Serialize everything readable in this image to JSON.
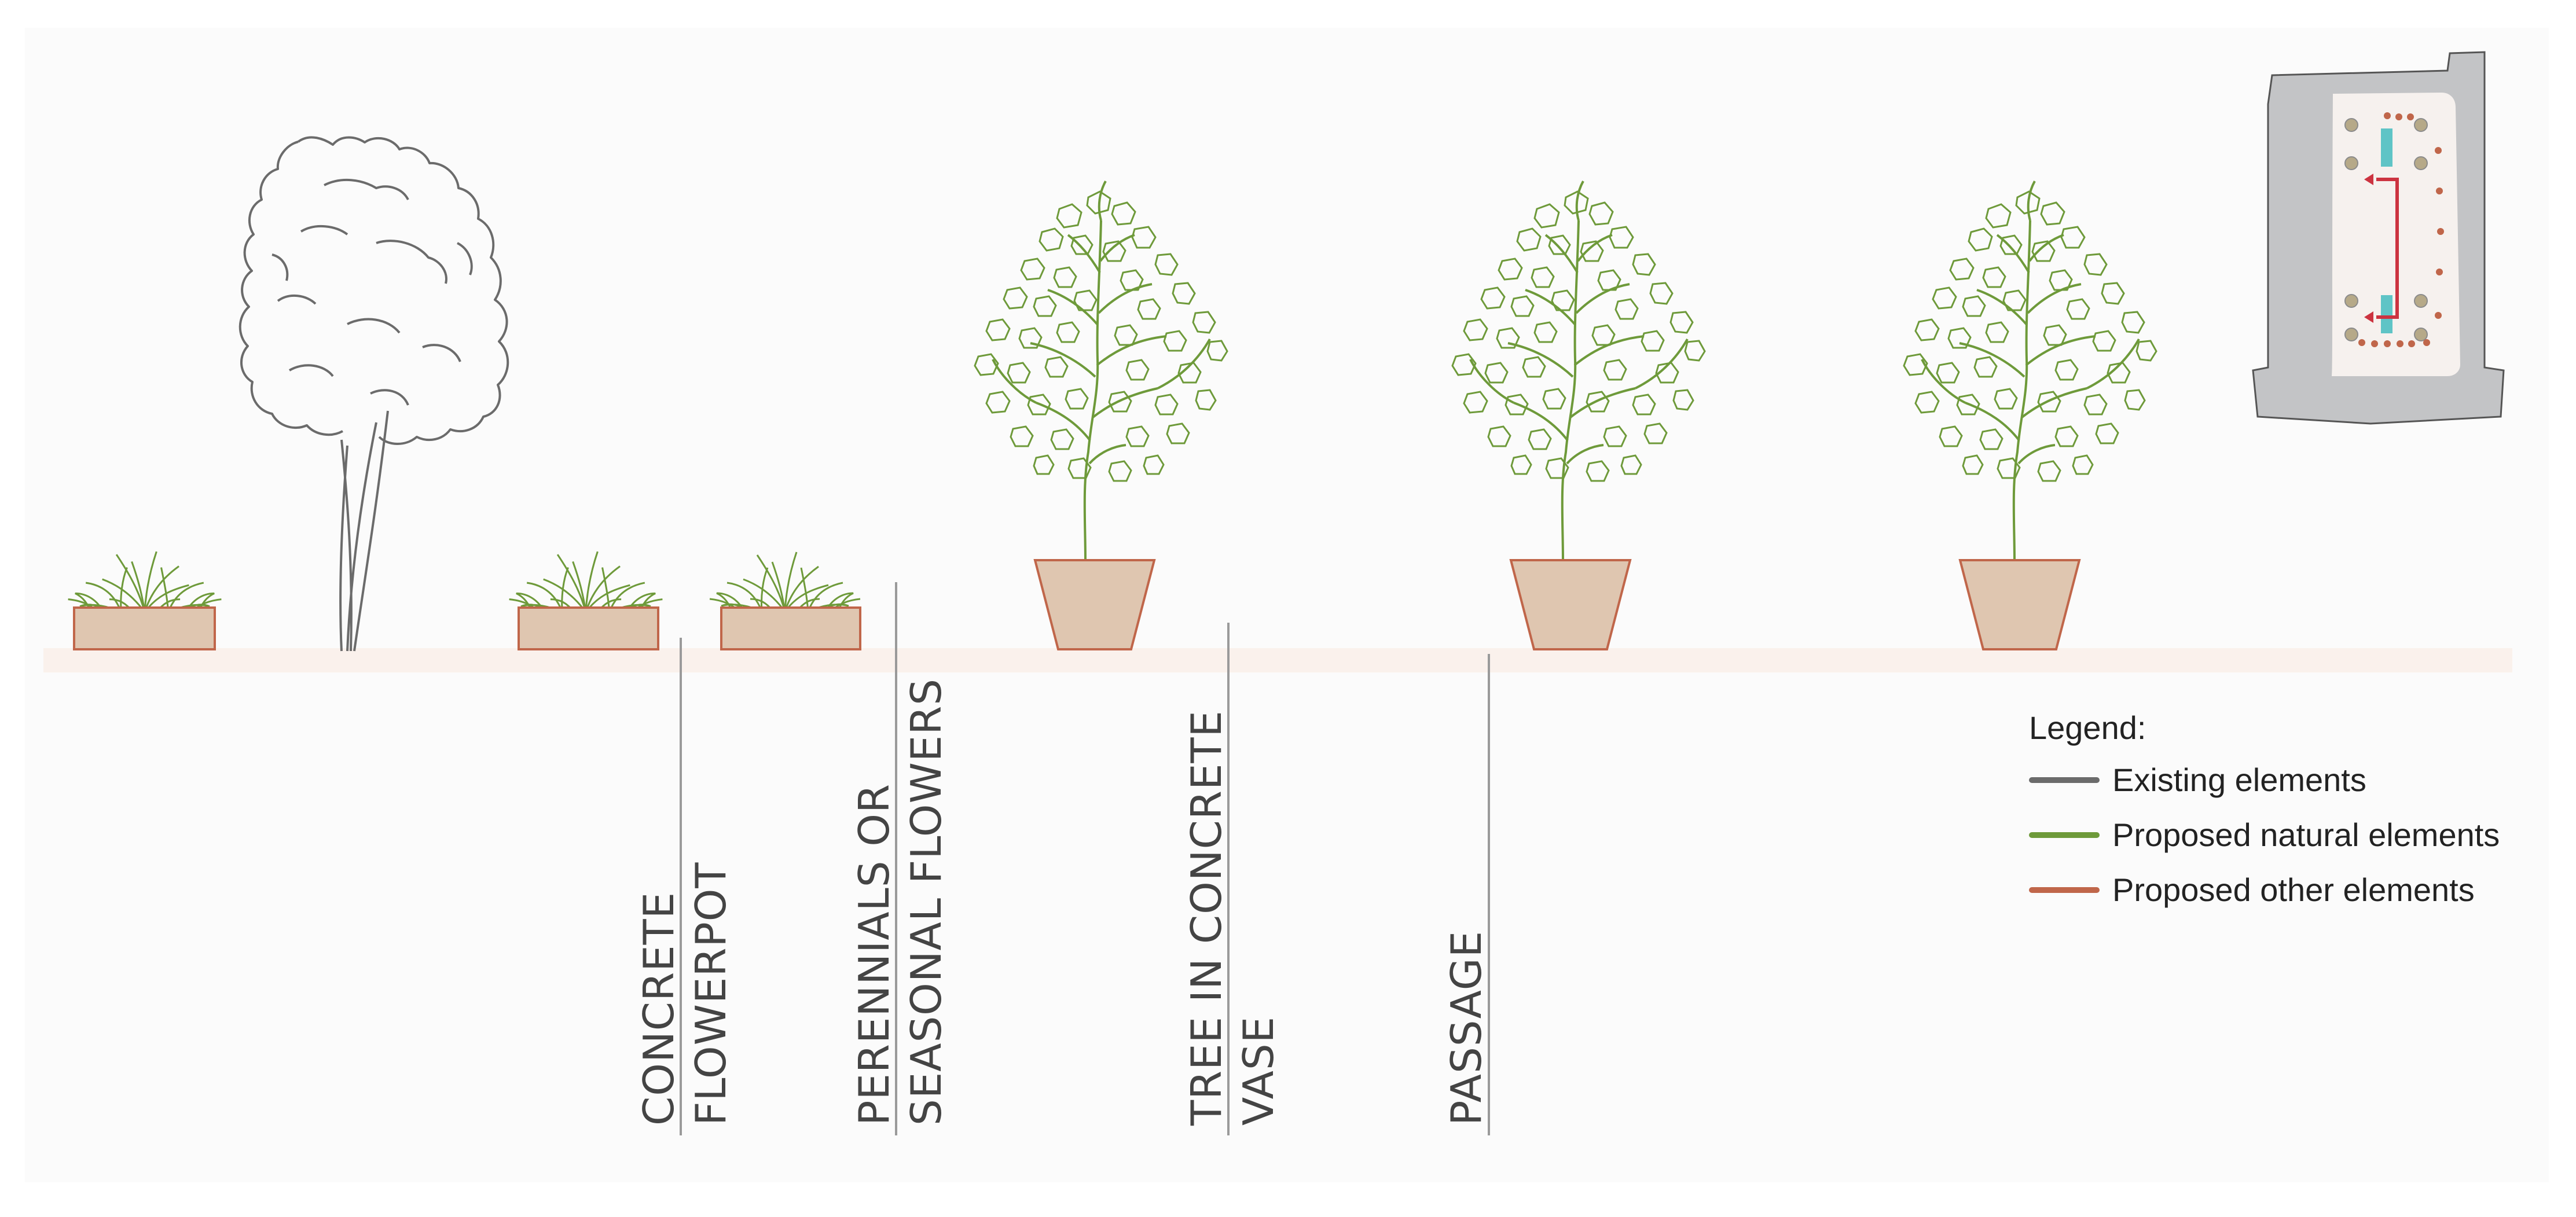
{
  "labels": {
    "flowerpot": [
      "CONCRETE",
      "FLOWERPOT"
    ],
    "flowers": [
      "PERENNIALS OR",
      "SEASONAL FLOWERS"
    ],
    "tree_vase": [
      "TREE IN CONCRETE",
      "VASE"
    ],
    "passage": [
      "PASSAGE"
    ]
  },
  "legend": {
    "title": "Legend:",
    "items": [
      {
        "label": "Existing elements",
        "color": "#6b6b6b"
      },
      {
        "label": "Proposed natural elements",
        "color": "#6e9a3a"
      },
      {
        "label": "Proposed other elements",
        "color": "#c0664a"
      }
    ]
  },
  "colors": {
    "existing": "#6b6b6b",
    "natural": "#6e9a3a",
    "other": "#c0664a",
    "pot_fill": "#dfc6b0",
    "ground": "#faf1ec",
    "map_outline": "#c3c4c6",
    "map_fill": "#f6f1ee",
    "map_accent": "#5fc4c6"
  }
}
